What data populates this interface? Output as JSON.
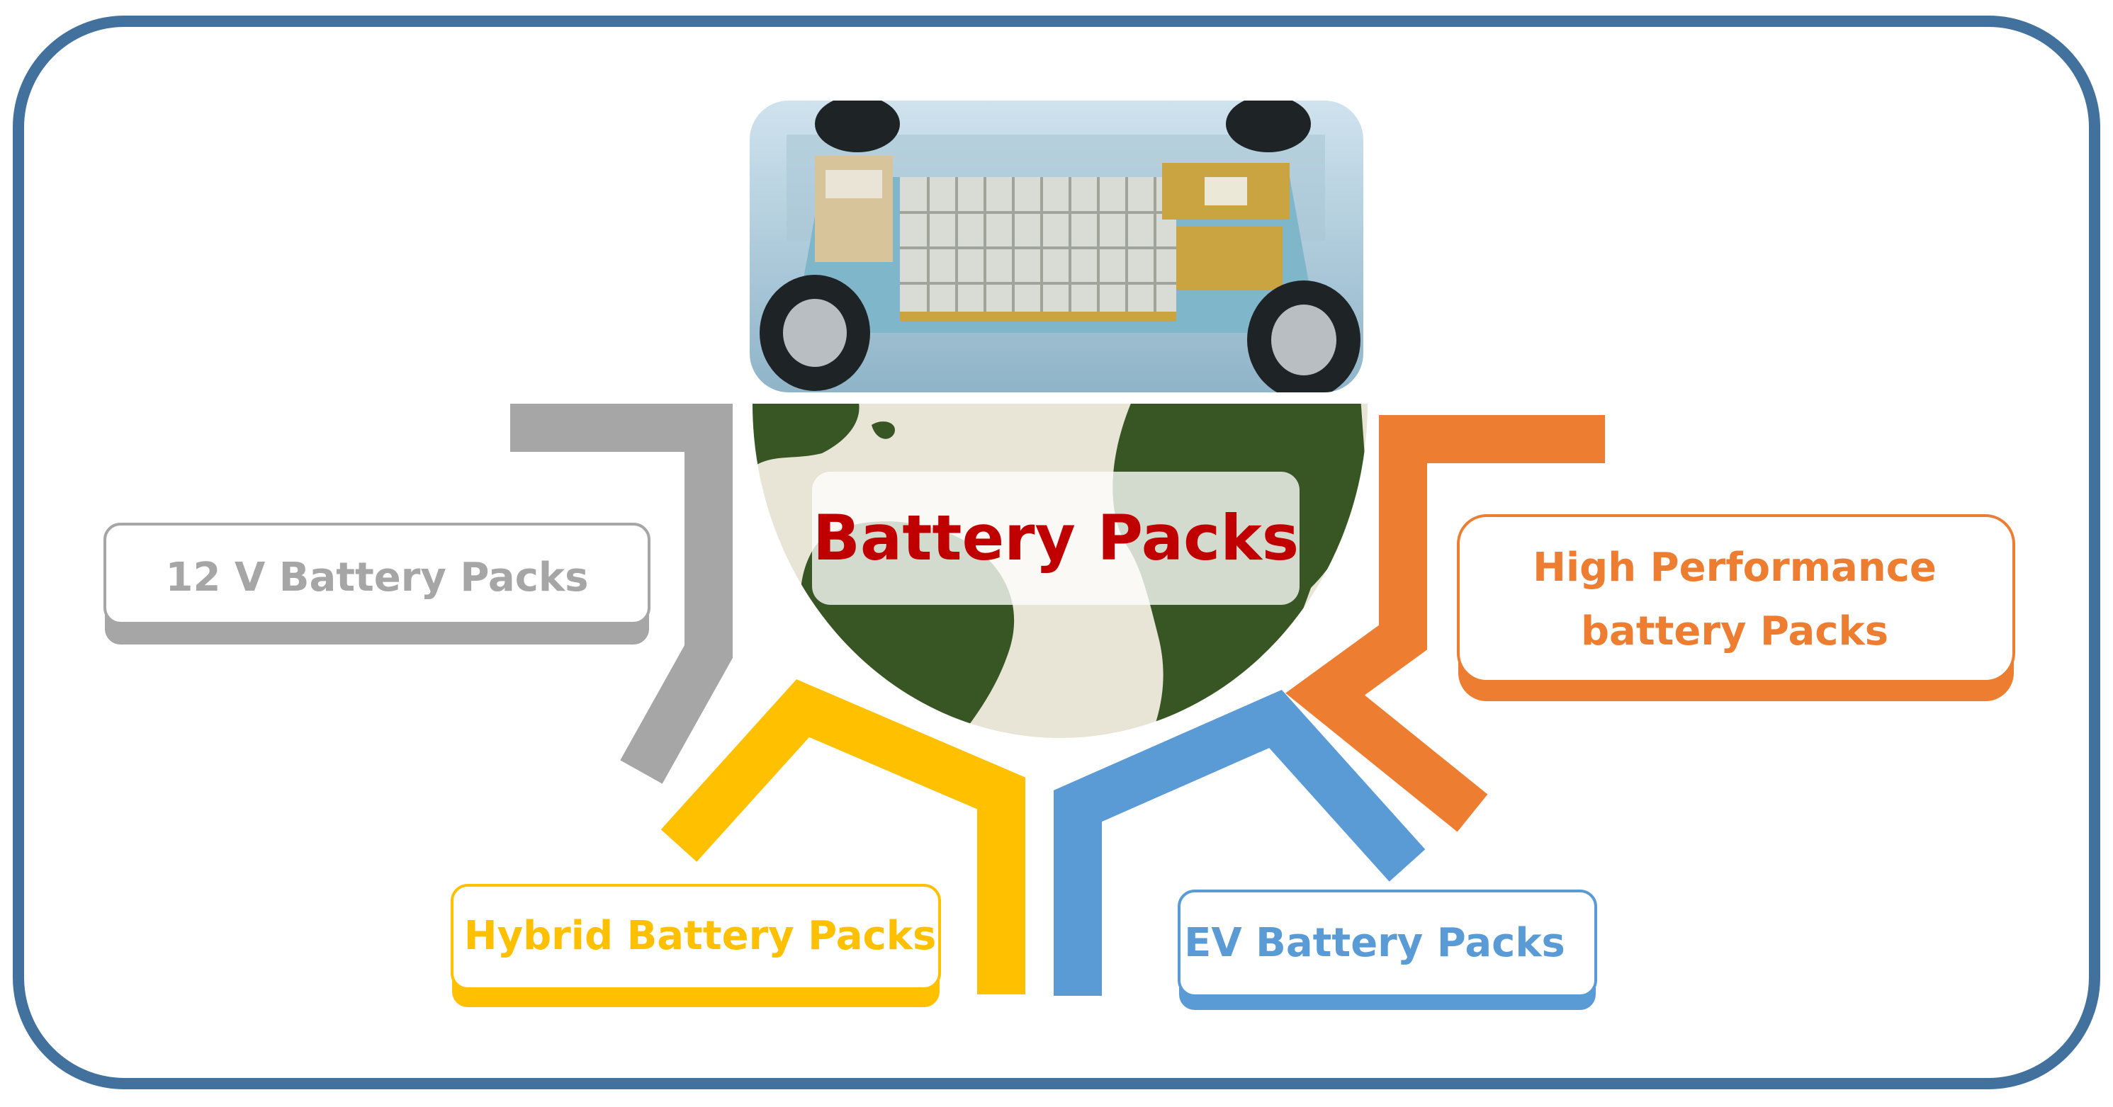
{
  "center": {
    "title": "Battery Packs",
    "title_color": "#c00000",
    "image_name": "ev-chassis-battery-photo"
  },
  "categories": [
    {
      "label_lines": [
        "12 V Battery Packs"
      ],
      "color": "#a6a6a6"
    },
    {
      "label_lines": [
        "Hybrid Battery Packs"
      ],
      "color": "#ffc000"
    },
    {
      "label_lines": [
        "EV Battery Packs"
      ],
      "color": "#5b9bd5"
    },
    {
      "label_lines": [
        "High Performance",
        "battery Packs"
      ],
      "color": "#ed7d31"
    }
  ],
  "colors": {
    "frame": "#41719c",
    "globe_ocean": "#e8e4d6",
    "globe_land": "#375623"
  }
}
